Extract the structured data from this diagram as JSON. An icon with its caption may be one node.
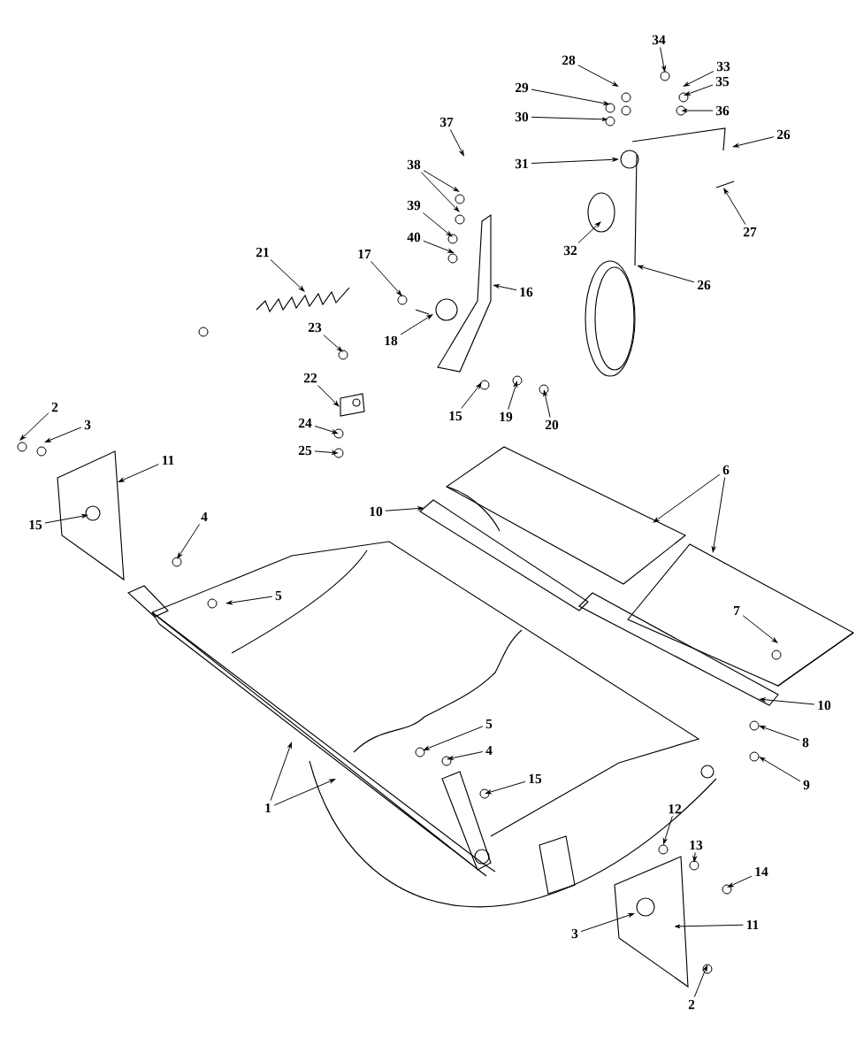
{
  "diagram": {
    "nodes": [
      {
        "text": [
          "34"
        ]
      },
      {
        "text": [
          "33"
        ]
      },
      {
        "text": [
          "28"
        ]
      },
      {
        "text": [
          "35"
        ]
      },
      {
        "text": [
          "29"
        ]
      },
      {
        "text": [
          "36"
        ]
      },
      {
        "text": [
          "30"
        ]
      },
      {
        "text": [
          "26"
        ]
      },
      {
        "text": [
          "31"
        ]
      },
      {
        "text": [
          "37"
        ]
      },
      {
        "text": [
          "38"
        ]
      },
      {
        "text": [
          "39"
        ]
      },
      {
        "text": [
          "40"
        ]
      },
      {
        "text": [
          "27"
        ]
      },
      {
        "text": [
          "32"
        ]
      },
      {
        "text": [
          "26"
        ]
      },
      {
        "text": [
          "21"
        ]
      },
      {
        "text": [
          "17"
        ]
      },
      {
        "text": [
          "16"
        ]
      },
      {
        "text": [
          "18"
        ]
      },
      {
        "text": [
          "23"
        ]
      },
      {
        "text": [
          "22"
        ]
      },
      {
        "text": [
          "24"
        ]
      },
      {
        "text": [
          "25"
        ]
      },
      {
        "text": [
          "15"
        ]
      },
      {
        "text": [
          "19"
        ]
      },
      {
        "text": [
          "20"
        ]
      },
      {
        "text": [
          "2"
        ]
      },
      {
        "text": [
          "3"
        ]
      },
      {
        "text": [
          "11"
        ]
      },
      {
        "text": [
          "15"
        ]
      },
      {
        "text": [
          "4"
        ]
      },
      {
        "text": [
          "10"
        ]
      },
      {
        "text": [
          "6"
        ]
      },
      {
        "text": [
          "5"
        ]
      },
      {
        "text": [
          "7"
        ]
      },
      {
        "text": [
          "10"
        ]
      },
      {
        "text": [
          "5"
        ]
      },
      {
        "text": [
          "4"
        ]
      },
      {
        "text": [
          "8"
        ]
      },
      {
        "text": [
          "1"
        ]
      },
      {
        "text": [
          "15"
        ]
      },
      {
        "text": [
          "9"
        ]
      },
      {
        "text": [
          "12"
        ]
      },
      {
        "text": [
          "13"
        ]
      },
      {
        "text": [
          "14"
        ]
      },
      {
        "text": [
          "3"
        ]
      },
      {
        "text": [
          "11"
        ]
      },
      {
        "text": [
          "2"
        ]
      }
    ],
    "edges": [
      {
        "from": 0,
        "to": null,
        "arrow": "to"
      },
      {
        "from": 1,
        "to": null,
        "arrow": "to"
      },
      {
        "from": 2,
        "to": null,
        "arrow": "to"
      },
      {
        "from": 3,
        "to": null,
        "arrow": "to"
      },
      {
        "from": 4,
        "to": null,
        "arrow": "to"
      },
      {
        "from": 5,
        "to": null,
        "arrow": "to"
      },
      {
        "from": 6,
        "to": null,
        "arrow": "to"
      },
      {
        "from": 7,
        "to": null,
        "arrow": "to"
      },
      {
        "from": 8,
        "to": null,
        "arrow": "to"
      },
      {
        "from": 9,
        "to": null,
        "arrow": "to"
      },
      {
        "from": 10,
        "to": null,
        "arrow": "to"
      },
      {
        "from": 10,
        "to": null,
        "arrow": "to"
      },
      {
        "from": 11,
        "to": null,
        "arrow": "to"
      },
      {
        "from": 12,
        "to": null,
        "arrow": "to"
      },
      {
        "from": 13,
        "to": null,
        "arrow": "to"
      },
      {
        "from": 14,
        "to": null,
        "arrow": "to"
      },
      {
        "from": 15,
        "to": null,
        "arrow": "to"
      },
      {
        "from": 16,
        "to": null,
        "arrow": "to"
      },
      {
        "from": 17,
        "to": null,
        "arrow": "to"
      },
      {
        "from": 18,
        "to": null,
        "arrow": "to"
      },
      {
        "from": 19,
        "to": null,
        "arrow": "to"
      },
      {
        "from": 20,
        "to": null,
        "arrow": "to"
      },
      {
        "from": 21,
        "to": null,
        "arrow": "to"
      },
      {
        "from": 22,
        "to": null,
        "arrow": "to"
      },
      {
        "from": 23,
        "to": null,
        "arrow": "to"
      },
      {
        "from": 24,
        "to": null,
        "arrow": "to"
      },
      {
        "from": 25,
        "to": null,
        "arrow": "to"
      },
      {
        "from": 26,
        "to": null,
        "arrow": "to"
      },
      {
        "from": 27,
        "to": null,
        "arrow": "to"
      },
      {
        "from": 28,
        "to": null,
        "arrow": "to"
      },
      {
        "from": 29,
        "to": null,
        "arrow": "to"
      },
      {
        "from": 30,
        "to": null,
        "arrow": "to"
      },
      {
        "from": 31,
        "to": null,
        "arrow": "to"
      },
      {
        "from": 32,
        "to": null,
        "arrow": "to"
      },
      {
        "from": 33,
        "to": null,
        "arrow": "to"
      },
      {
        "from": 33,
        "to": null,
        "arrow": "to"
      },
      {
        "from": 34,
        "to": null,
        "arrow": "to"
      },
      {
        "from": 35,
        "to": null,
        "arrow": "to"
      },
      {
        "from": 36,
        "to": null,
        "arrow": "to"
      },
      {
        "from": 37,
        "to": null,
        "arrow": "to"
      },
      {
        "from": 38,
        "to": null,
        "arrow": "to"
      },
      {
        "from": 39,
        "to": null,
        "arrow": "to"
      },
      {
        "from": 40,
        "to": null,
        "arrow": "to"
      },
      {
        "from": 40,
        "to": null,
        "arrow": "to"
      },
      {
        "from": 41,
        "to": null,
        "arrow": "to"
      },
      {
        "from": 42,
        "to": null,
        "arrow": "to"
      },
      {
        "from": 43,
        "to": null,
        "arrow": "to"
      },
      {
        "from": 44,
        "to": null,
        "arrow": "to"
      },
      {
        "from": 45,
        "to": null,
        "arrow": "to"
      },
      {
        "from": 46,
        "to": null,
        "arrow": "to"
      },
      {
        "from": 47,
        "to": null,
        "arrow": "to"
      },
      {
        "from": 48,
        "to": null,
        "arrow": "to"
      }
    ]
  }
}
